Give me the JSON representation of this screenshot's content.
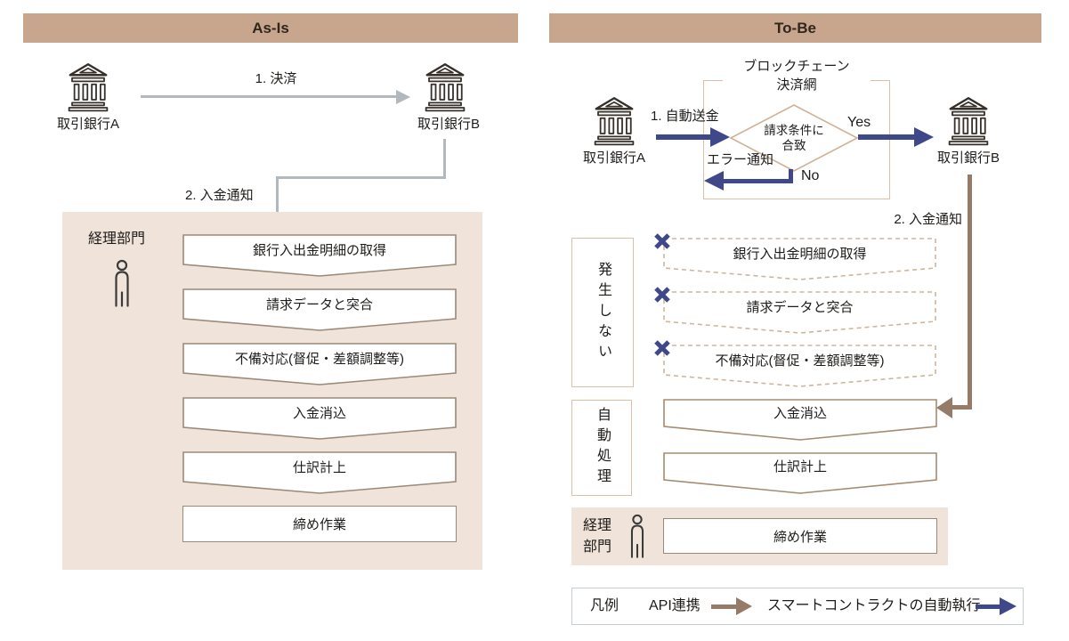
{
  "asis": {
    "title": "As-Is",
    "bank_a": "取引銀行A",
    "bank_b": "取引銀行B",
    "arrow1_label": "1. 決済",
    "arrow2_label": "2. 入金通知",
    "department": "経理部門",
    "steps": [
      "銀行入出金明細の取得",
      "請求データと突合",
      "不備対応(督促・差額調整等)",
      "入金消込",
      "仕訳計上",
      "締め作業"
    ]
  },
  "tobe": {
    "title": "To-Be",
    "bank_a": "取引銀行A",
    "bank_b": "取引銀行B",
    "network_label_line1": "ブロックチェーン",
    "network_label_line2": "決済網",
    "diamond_line1": "請求条件に",
    "diamond_line2": "合致",
    "arrow1_label": "1. 自動送金",
    "yes_label": "Yes",
    "no_label": "No",
    "error_label": "エラー通知",
    "arrow2_label": "2. 入金通知",
    "not_occur_label": "発生しない",
    "auto_label": "自動処理",
    "department": "経理部門",
    "skipped_steps": [
      "銀行入出金明細の取得",
      "請求データと突合",
      "不備対応(督促・差額調整等)"
    ],
    "auto_steps": [
      "入金消込",
      "仕訳計上"
    ],
    "manual_step": "締め作業"
  },
  "legend": {
    "title": "凡例",
    "api_label": "API連携",
    "smart_contract_label": "スマートコントラクトの自動執行"
  },
  "colors": {
    "header_bg": "#c7a68d",
    "panel_bg": "#f0e3da",
    "accent_blue": "#3f498a",
    "accent_brown": "#977b69",
    "gray_arrow": "#b1b8be",
    "dashed_border": "#cdb69d",
    "box_border": "#d9c0a6"
  }
}
